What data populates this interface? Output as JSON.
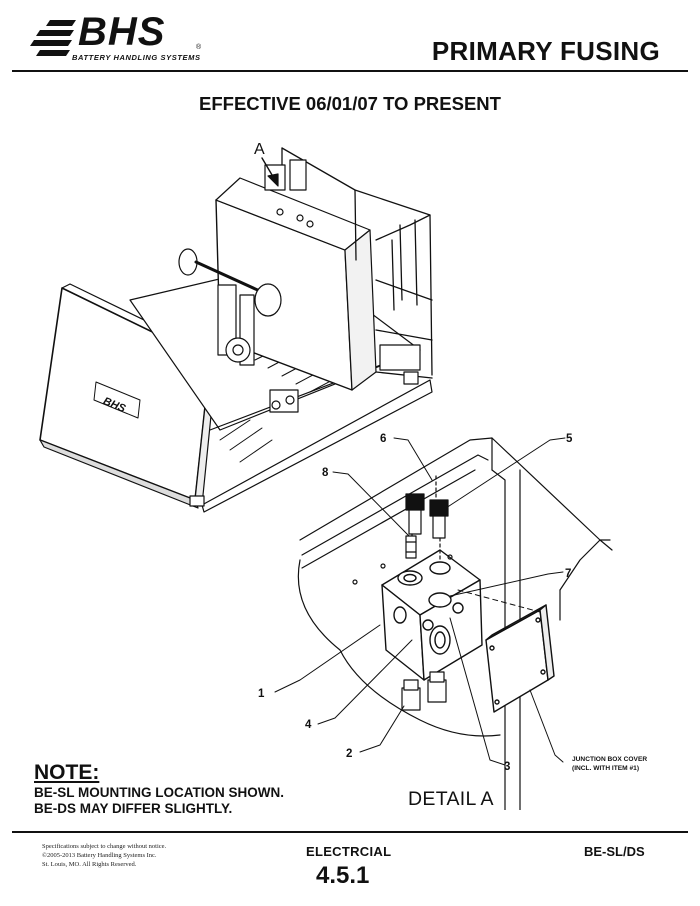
{
  "header": {
    "logo_text": "BHS",
    "logo_subtitle": "BATTERY HANDLING SYSTEMS",
    "logo_registered": "®",
    "page_title": "PRIMARY FUSING"
  },
  "effective_date": "EFFECTIVE 06/01/07 TO PRESENT",
  "drawing": {
    "view_marker": "A",
    "machine_logo_text": "BHS",
    "callouts": [
      "1",
      "2",
      "3",
      "4",
      "5",
      "6",
      "7",
      "8"
    ],
    "junction_box_label_line1": "JUNCTION BOX COVER",
    "junction_box_label_line2": "(INCL. WITH ITEM #1)",
    "detail_label": "DETAIL  A"
  },
  "note": {
    "heading": "NOTE:",
    "line1": "BE-SL MOUNTING LOCATION SHOWN.",
    "line2": "BE-DS MAY DIFFER SLIGHTLY."
  },
  "footer": {
    "disclaimer1": "Specifications subject to change without notice.",
    "disclaimer2": "©2005-2013 Battery Handling Systems Inc.",
    "disclaimer3": "St. Louis, MO.  All Rights Reserved.",
    "section_name": "ELECTRCIAL",
    "section_number": "4.5.1",
    "model": "BE-SL/DS"
  }
}
